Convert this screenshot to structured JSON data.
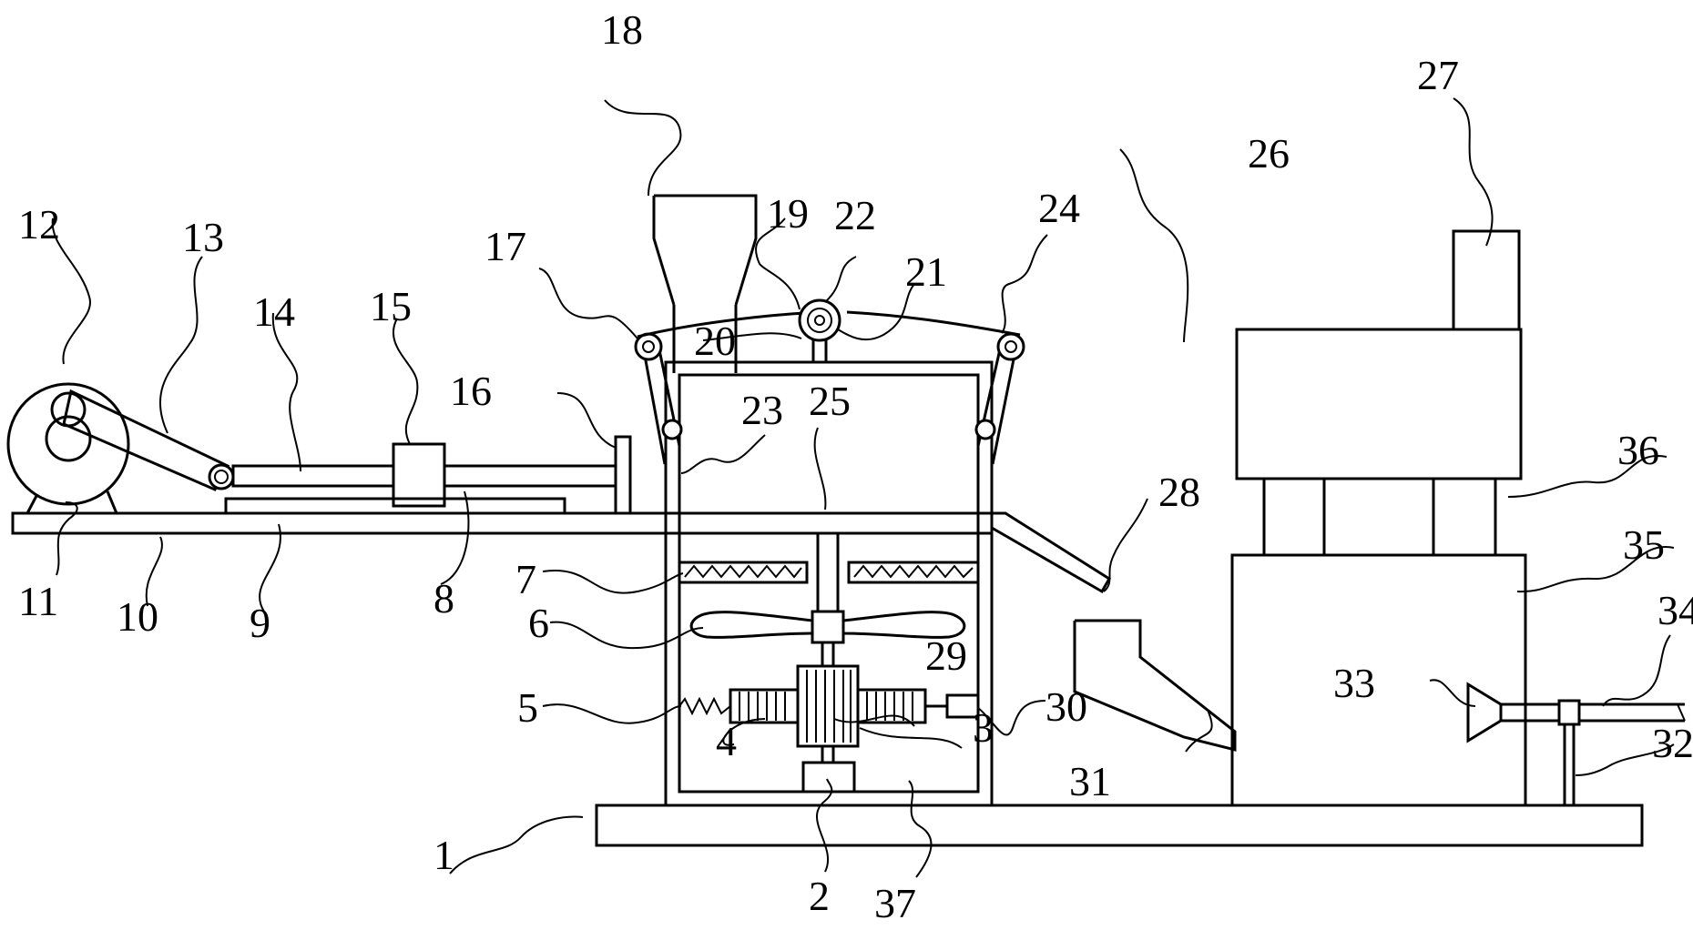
{
  "labels": [
    {
      "id": "1",
      "text": "1"
    },
    {
      "id": "2",
      "text": "2"
    },
    {
      "id": "3",
      "text": "3"
    },
    {
      "id": "4",
      "text": "4"
    },
    {
      "id": "5",
      "text": "5"
    },
    {
      "id": "6",
      "text": "6"
    },
    {
      "id": "7",
      "text": "7"
    },
    {
      "id": "8",
      "text": "8"
    },
    {
      "id": "9",
      "text": "9"
    },
    {
      "id": "10",
      "text": "10"
    },
    {
      "id": "11",
      "text": "11"
    },
    {
      "id": "12",
      "text": "12"
    },
    {
      "id": "13",
      "text": "13"
    },
    {
      "id": "14",
      "text": "14"
    },
    {
      "id": "15",
      "text": "15"
    },
    {
      "id": "16",
      "text": "16"
    },
    {
      "id": "17",
      "text": "17"
    },
    {
      "id": "18",
      "text": "18"
    },
    {
      "id": "19",
      "text": "19"
    },
    {
      "id": "20",
      "text": "20"
    },
    {
      "id": "21",
      "text": "21"
    },
    {
      "id": "22",
      "text": "22"
    },
    {
      "id": "23",
      "text": "23"
    },
    {
      "id": "24",
      "text": "24"
    },
    {
      "id": "25",
      "text": "25"
    },
    {
      "id": "26",
      "text": "26"
    },
    {
      "id": "27",
      "text": "27"
    },
    {
      "id": "28",
      "text": "28"
    },
    {
      "id": "29",
      "text": "29"
    },
    {
      "id": "30",
      "text": "30"
    },
    {
      "id": "31",
      "text": "31"
    },
    {
      "id": "32",
      "text": "32"
    },
    {
      "id": "33",
      "text": "33"
    },
    {
      "id": "34",
      "text": "34"
    },
    {
      "id": "35",
      "text": "35"
    },
    {
      "id": "36",
      "text": "36"
    },
    {
      "id": "37",
      "text": "37"
    }
  ]
}
